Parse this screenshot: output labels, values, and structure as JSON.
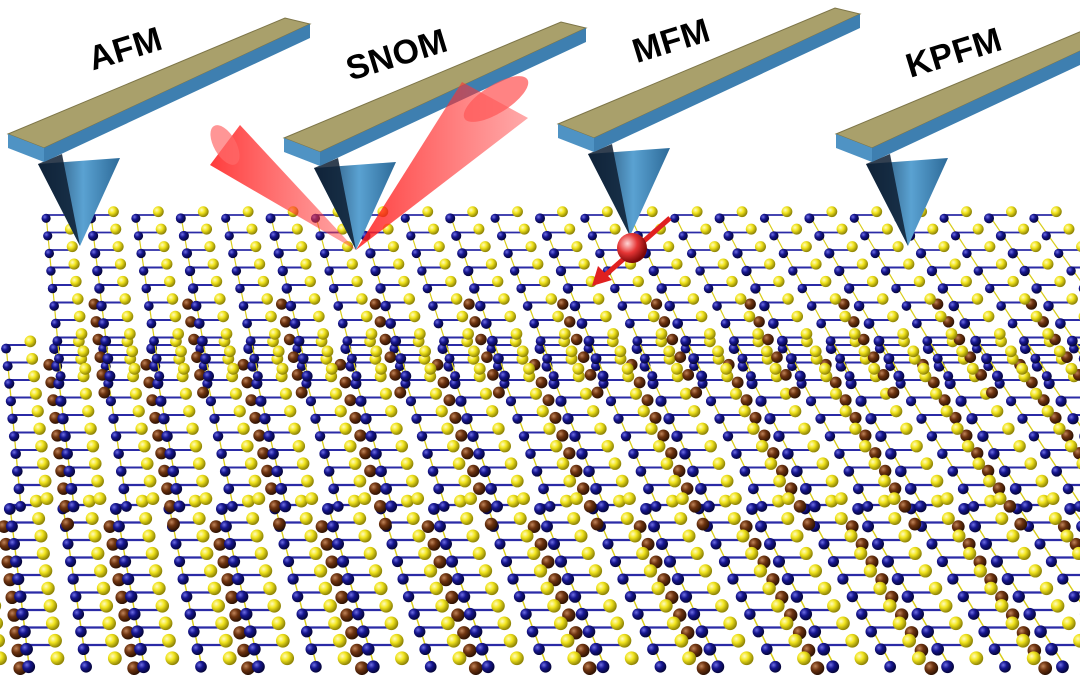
{
  "probes": [
    {
      "label": "AFM"
    },
    {
      "label": "SNOM"
    },
    {
      "label": "MFM"
    },
    {
      "label": "KPFM"
    }
  ],
  "colors": {
    "yellow_atom": "#f2e51d",
    "blue_atom": "#12128c",
    "brown_atom": "#6b3310",
    "cantilever_top": "#a9a06b",
    "cantilever_side": "#4f93c4",
    "laser": "#ff2a2a"
  },
  "icons": {
    "spin": "spin-arrow-icon",
    "laser": "laser-cone-icon"
  }
}
